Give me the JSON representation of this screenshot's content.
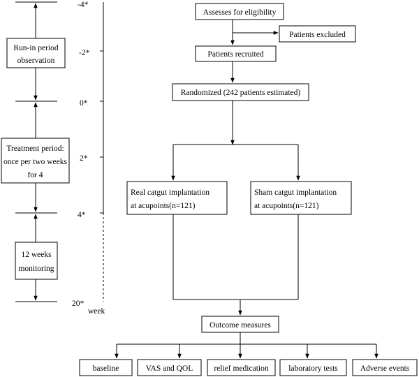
{
  "timeline": {
    "phases": [
      {
        "lines": [
          "Run-in period",
          "observation"
        ]
      },
      {
        "lines": [
          "Treatment period:",
          "once per two weeks",
          "for 4"
        ]
      },
      {
        "lines": [
          "12 weeks",
          "monitoring"
        ]
      }
    ],
    "ticks": [
      "-4*",
      "-2*",
      "0*",
      "2*",
      "4*",
      "20*"
    ],
    "unit_label": "week"
  },
  "flow": {
    "eligibility": "Assesses for eligibility",
    "excluded": "Patients excluded",
    "recruited": "Patients recruited",
    "randomized": "Randomized (242 patients estimated)",
    "real_group": [
      "Real catgut implantation",
      "at acupoints(n=121)"
    ],
    "sham_group": [
      "Sham catgut implantation",
      "at acupoints(n=121)"
    ],
    "outcome": "Outcome measures",
    "measures": [
      "baseline",
      "VAS and QOL",
      "relief medication",
      "laboratory tests",
      "Adverse events"
    ]
  }
}
